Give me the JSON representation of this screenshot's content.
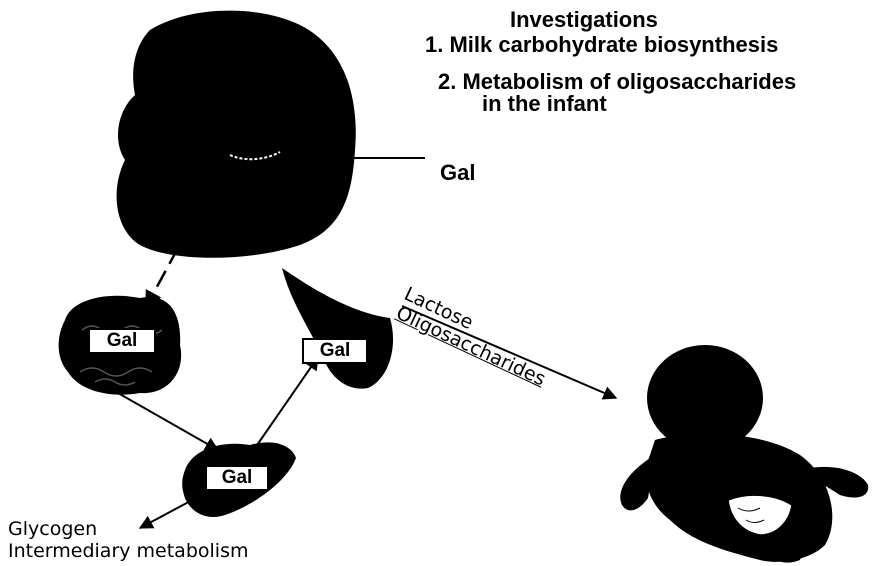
{
  "header": {
    "heading": "Investigations",
    "item1": "1. Milk carbohydrate biosynthesis",
    "item2_line1": "2. Metabolism of oligosaccharides",
    "item2_line2": "in the infant"
  },
  "mother": {
    "input_label": "Gal"
  },
  "nodes": {
    "intestine_label": "Gal",
    "liver_label": "Gal",
    "mammary_label": "Gal"
  },
  "transfer": {
    "line1": "Lactose",
    "line2": "Oligosaccharides"
  },
  "outputs": {
    "line1": "Glycogen",
    "line2": "Intermediary metabolism"
  }
}
